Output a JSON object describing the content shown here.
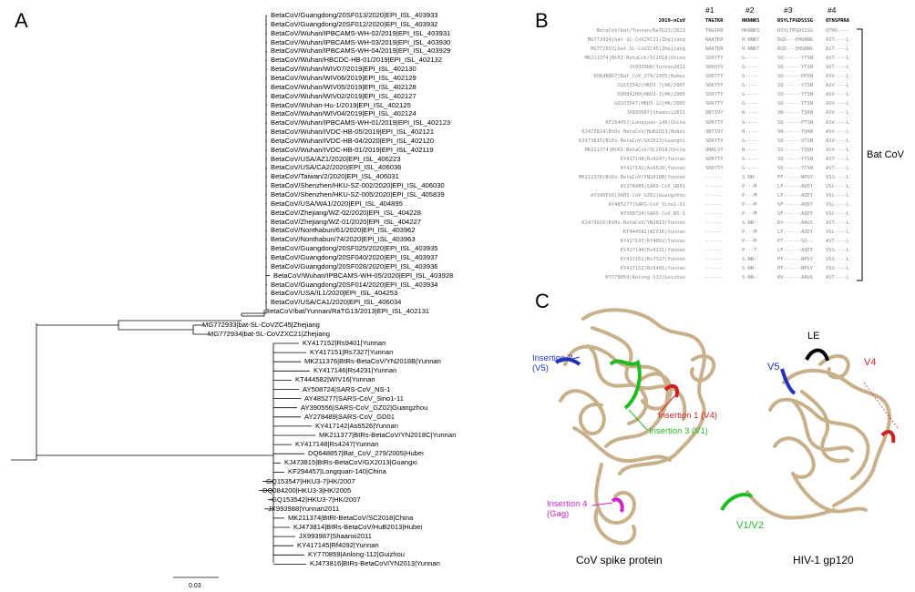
{
  "panels": {
    "a": "A",
    "b": "B",
    "c": "C"
  },
  "tree": {
    "scale_label": "0.03",
    "leaves": [
      "BetaCoV/Guangdong/20SF013/2020|EPI_ISL_403933",
      "BetaCoV/Guangdong/20SF012/2020|EPI_ISL_403932",
      "BetaCoV/Wuhan/IPBCAMS-WH-02/2019|EPI_ISL_403931",
      "BetaCoV/Wuhan/IPBCAMS-WH-03/2019|EPI_ISL_403930",
      "BetaCoV/Wuhan/IPBCAMS-WH-04/2019|EPI_ISL_403929",
      "BetaCoV/Wuhan/HBCDC-HB-01/2019|EPI_ISL_402132",
      "BetaCoV/Wuhan/WIV07/2019|EPI_ISL_402130",
      "BetaCoV/Wuhan/WIV06/2019|EPI_ISL_402129",
      "BetaCoV/Wuhan/WIV05/2019|EPI_ISL_402128",
      "BetaCoV/Wuhan/WIV02/2019|EPI_ISL_402127",
      "BetaCoV/Wuhan-Hu-1/2019|EPI_ISL_402125",
      "BetaCoV/Wuhan/WIV04/2019|EPI_ISL_402124",
      "BetaCoV/Wuhan/IPBCAMS-WH-01/2019|EPI_ISL_402123",
      "BetaCoV/Wuhan/IVDC-HB-05/2019|EPI_ISL_402121",
      "BetaCoV/Wuhan/IVDC-HB-04/2020|EPI_ISL_402120",
      "BetaCoV/Wuhan/IVDC-HB-01/2019|EPI_ISL_402119",
      "BetaCoV/USA/AZ1/2020|EPI_ISL_406223",
      "BetaCoV/USA/CA2/2020|EPI_ISL_406036",
      "BetaCoV/Taiwan/2/2020|EPI_ISL_406031",
      "BetaCoV/Shenzhen/HKU-SZ-002/2020|EPI_ISL_406030",
      "BetaCoV/Shenzhen/HKU-SZ-005/2020|EPI_ISL_405839",
      "BetaCoV/USA/WA1/2020|EPI_ISL_404895",
      "BetaCoV/Zhejiang/WZ-02/2020|EPI_ISL_404228",
      "BetaCoV/Zhejiang/WZ-01/2020|EPI_ISL_404227",
      "BetaCoV/Nonthaburi/61/2020|EPI_ISL_403962",
      "BetaCoV/Nonthaburi/74/2020|EPI_ISL_403963",
      "BetaCoV/Guangdong/20SF025/2020|EPI_ISL_403935",
      "BetaCoV/Guangdong/20SF040/2020|EPI_ISL_403937",
      "BetaCoV/Guangdong/20SF028/2020|EPI_ISL_403936",
      "BetaCoV/Wuhan/IPBCAMS-WH-05/2020|EPI_ISL_403928",
      "BetaCoV/Guangdong/20SF014/2020|EPI_ISL_403934",
      "BetaCoV/USA/IL1/2020|EPI_ISL_404253",
      "BetaCoV/USA/CA1/2020|EPI_ISL_406034",
      "BetaCoV/bat/Yunnan/RaTG13/2013|EPI_ISL_402131",
      "MG772933|bat-SL-CoVZC45|Zhejiang",
      "MG772934|bat-SL-CoVZXC21|Zhejiang",
      "KY417152|Rs9401|Yunnan",
      "KY417151|Rs7327|Yunnan",
      "MK211376|BtRs-BetaCoV/YN2018B|Yunnan",
      "KY417146|Rs4231|Yunnan",
      "KT444582|WIV16|Yunnan",
      "AY508724|SARS-CoV_NS-1",
      "AY485277|SARS-CoV_Sino1-11",
      "AY390556|SARS-CoV_GZ02|Guangzhou",
      "AY278489|SARS-CoV_GD01",
      "KY417142|As6526|Yunnan",
      "MK211377|BtRs-BetaCoV/YN2018C|Yunnan",
      "KY417148|Rs4247|Yunnan",
      "DQ648857|Bat_CoV_279/2005|Hubei",
      "KJ473815|BtRs-BetaCoV/GX2013|Guangxi",
      "KF294457|Longquan-140|China",
      "GQ153547|HKU3-7|HK/2007",
      "DQ084200|HKU3-3|HK/2005",
      "GQ153542|HKU3-7|HK/2007",
      "JX993988|Yunnan2011",
      "MK211374|BtRI-BetaCoV/SC2018|China",
      "KJ473814|BtRs-BetaCoV/HuB2013|Hubei",
      "JX993987|Shaanxi2011",
      "KY417145|Rf4092|Yunnan",
      "KY770859|Anlong-112|Guizhou",
      "KJ473816|BtRs-BetaCoV/YN2013|Yunnan"
    ]
  },
  "alignment": {
    "headers": [
      "#1",
      "#2",
      "#3",
      "#4"
    ],
    "ref_label": "2019-nCoV",
    "ref_seqs": [
      "TNGTKR",
      "HKNNKS",
      "RSYLTPGDSSSG",
      "QTNSPRRA"
    ],
    "rows": [
      {
        "name": "BetaCoV/bat/Yunnan/RaTG13/2013",
        "s": [
          "TNGIKR",
          "HKNNKS",
          "RSYLTPGDSSSG",
          "QTNS----"
        ]
      },
      {
        "name": "MG772934|bat-SL-CoVZXC21|Zhejiang",
        "s": [
          "NAATKR",
          "H-NNKT",
          "RGD---PHGNNG",
          "AST----L"
        ]
      },
      {
        "name": "MG772933|bat-SL-CoVZC45|Zhejiang",
        "s": [
          "NAATKR",
          "H-NNKT",
          "RGD---PHGNNG",
          "AST----L"
        ]
      },
      {
        "name": "MK211374|BtRI-BetaCoV/SC2018|China",
        "s": [
          "SDKYTY",
          "G-----",
          "SQ------YTSN",
          "AST----L"
        ]
      },
      {
        "name": "JX993988|Yunnan2011",
        "s": [
          "SDKQYV",
          "G-----",
          "SQ------YTSN",
          "AST----L"
        ]
      },
      {
        "name": "DQ648857|Bat_CoV_279/2005|Hubei",
        "s": [
          "SDKYTY",
          "G-----",
          "SQ------PHSN",
          "ASV----L"
        ]
      },
      {
        "name": "GQ153542|HKU3-7|HK/2007",
        "s": [
          "SDKYTY",
          "G-----",
          "SQ------YTSN",
          "ASV----L"
        ]
      },
      {
        "name": "DQ084200|HKU3-3|HK/2005",
        "s": [
          "SDKYTY",
          "G-----",
          "SQ------YTSN",
          "ASV----L"
        ]
      },
      {
        "name": "GQ153547|HKU3-12|HK/2005",
        "s": [
          "SDKYTY",
          "G-----",
          "SQ------YTSN",
          "ASV----L"
        ]
      },
      {
        "name": "JX993987|Shaanxi2011",
        "s": [
          "QNTIVY",
          "N-----",
          "SN------TQAN",
          "ASV----L"
        ]
      },
      {
        "name": "KF294457|Longquan-140|China",
        "s": [
          "SDKYTY",
          "G-----",
          "SQ------PTSN",
          "ASV----L"
        ]
      },
      {
        "name": "KJ473814|BtRs-BetaCoV/HuB2013|Hubei",
        "s": [
          "QNTIVY",
          "N-----",
          "SN------TQAN",
          "ASV----L"
        ]
      },
      {
        "name": "KJ473815|BtRs-BetaCoV/GX2013|Guangxi",
        "s": [
          "SDKYTY",
          "G-----",
          "SQ------STSN",
          "ASV----L"
        ]
      },
      {
        "name": "MK211374|BtRI-BetaCoV/SC2018|China",
        "s": [
          "QNRLVY",
          "N-----",
          "SS------TQQN",
          "ASV----L"
        ]
      },
      {
        "name": "KY417148|Rs4247|Yunnan",
        "s": [
          "SDKYTY",
          "G-----",
          "SQ------YTSN",
          "AST----L"
        ]
      },
      {
        "name": "KY417142|As6526|Yunnan",
        "s": [
          "SDKYTY",
          "G-----",
          "SQ------YTSN",
          "AST----L"
        ]
      },
      {
        "name": "MK211376|BtRs-BetaCoV/YN2018B|Yunnan",
        "s": [
          "------",
          "S-NN--",
          "PF------NPGY",
          "VSS----L"
        ]
      },
      {
        "name": "AY278489|SARS-CoV_GD01",
        "s": [
          "------",
          "P---M-",
          "LF------AQDT",
          "VSL----L"
        ]
      },
      {
        "name": "AY390556|SARS-CoV_GZ02|Guangzhou",
        "s": [
          "------",
          "P---M-",
          "LF------AQDT",
          "VSL----L"
        ]
      },
      {
        "name": "AY485277|SARS-CoV_Sino1-11",
        "s": [
          "------",
          "P---M-",
          "SF------AQDT",
          "VSL----L"
        ]
      },
      {
        "name": "AY508724|SARS-CoV_NS-1",
        "s": [
          "------",
          "P---M-",
          "SF------AQDT",
          "VSL----L"
        ]
      },
      {
        "name": "KJ473816|BtRs-BetaCoV/YN2013|Yunnan",
        "s": [
          "------",
          "S-NN--",
          "RV------AAGS",
          "AST----L"
        ]
      },
      {
        "name": "KT444582|WIV16|Yunnan",
        "s": [
          "------",
          "P---M-",
          "LF------AQDT",
          "VSL----L"
        ]
      },
      {
        "name": "KY417143|Rf4092|Yunnan",
        "s": [
          "------",
          "P---M-",
          "PT------SQ--",
          "AST----L"
        ]
      },
      {
        "name": "KY417144|Rs4231|Yunnan",
        "s": [
          "------",
          "P---T-",
          "LF------AQDT",
          "VSS----L"
        ]
      },
      {
        "name": "KY417151|Rs7327|Yunnan",
        "s": [
          "------",
          "S-NN--",
          "PF------NPGY",
          "VSS----L"
        ]
      },
      {
        "name": "KY417152|Rs9401|Yunnan",
        "s": [
          "------",
          "S-NN--",
          "PF------NPGY",
          "VSS----L"
        ]
      },
      {
        "name": "KY770859|Anlong-112|Guizhou",
        "s": [
          "------",
          "S-NN--",
          "RV------AAGS",
          "AST----L"
        ]
      }
    ],
    "group_label": "Bat CoV"
  },
  "structure": {
    "left_label": "CoV spike protein",
    "right_label": "HIV-1 gp120",
    "insertion2_line1": "Insertion 2",
    "insertion2_line2": "(V5)",
    "insertion1": "Insertion 1 (V4)",
    "insertion3": "Insertion 3 (V1)",
    "insertion4_line1": "Insertion 4",
    "insertion4_line2": "(Gag)",
    "le": "LE",
    "v5": "V5",
    "v4": "V4",
    "v1v2": "V1/V2",
    "colors": {
      "blue": "#2233bb",
      "red": "#cc2222",
      "green": "#22bb22",
      "magenta": "#cc22cc",
      "black": "#000000",
      "ribbon": "#c8b08a"
    }
  }
}
